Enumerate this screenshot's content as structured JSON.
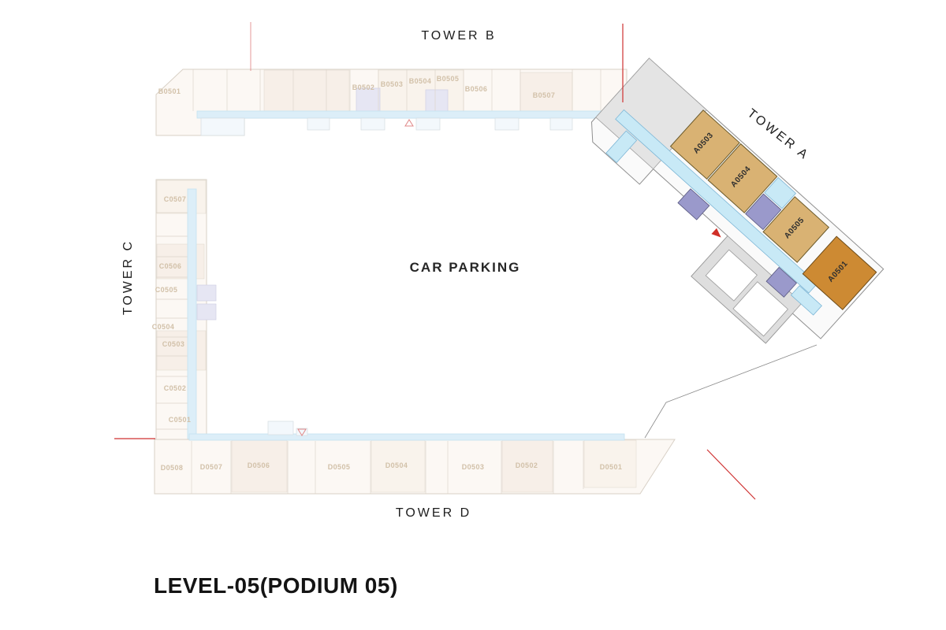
{
  "title": "LEVEL-05(PODIUM 05)",
  "parking_label": "CAR PARKING",
  "palette": {
    "unit_tan": "#d9b273",
    "unit_orange": "#cd8a33",
    "corridor_blue": "#c8e9f6",
    "core_purple": "#9a99cb",
    "marker_red": "#d03028",
    "faint_stroke": "#d8d0c6",
    "faint_label": "#d2c1a9",
    "ink": "#1d1d1d"
  },
  "towers": {
    "a": {
      "label": "TOWER A",
      "units": [
        "A0503",
        "A0504",
        "A0505",
        "A0501"
      ]
    },
    "b": {
      "label": "TOWER B",
      "units": [
        "B0501",
        "B0502",
        "B0503",
        "B0504",
        "B0505",
        "B0506",
        "B0507"
      ]
    },
    "c": {
      "label": "TOWER C",
      "units": [
        "C0507",
        "C0506",
        "C0505",
        "C0504",
        "C0503",
        "C0502",
        "C0501"
      ]
    },
    "d": {
      "label": "TOWER D",
      "units": [
        "D0508",
        "D0507",
        "D0506",
        "D0505",
        "D0504",
        "D0503",
        "D0502",
        "D0501"
      ]
    }
  }
}
